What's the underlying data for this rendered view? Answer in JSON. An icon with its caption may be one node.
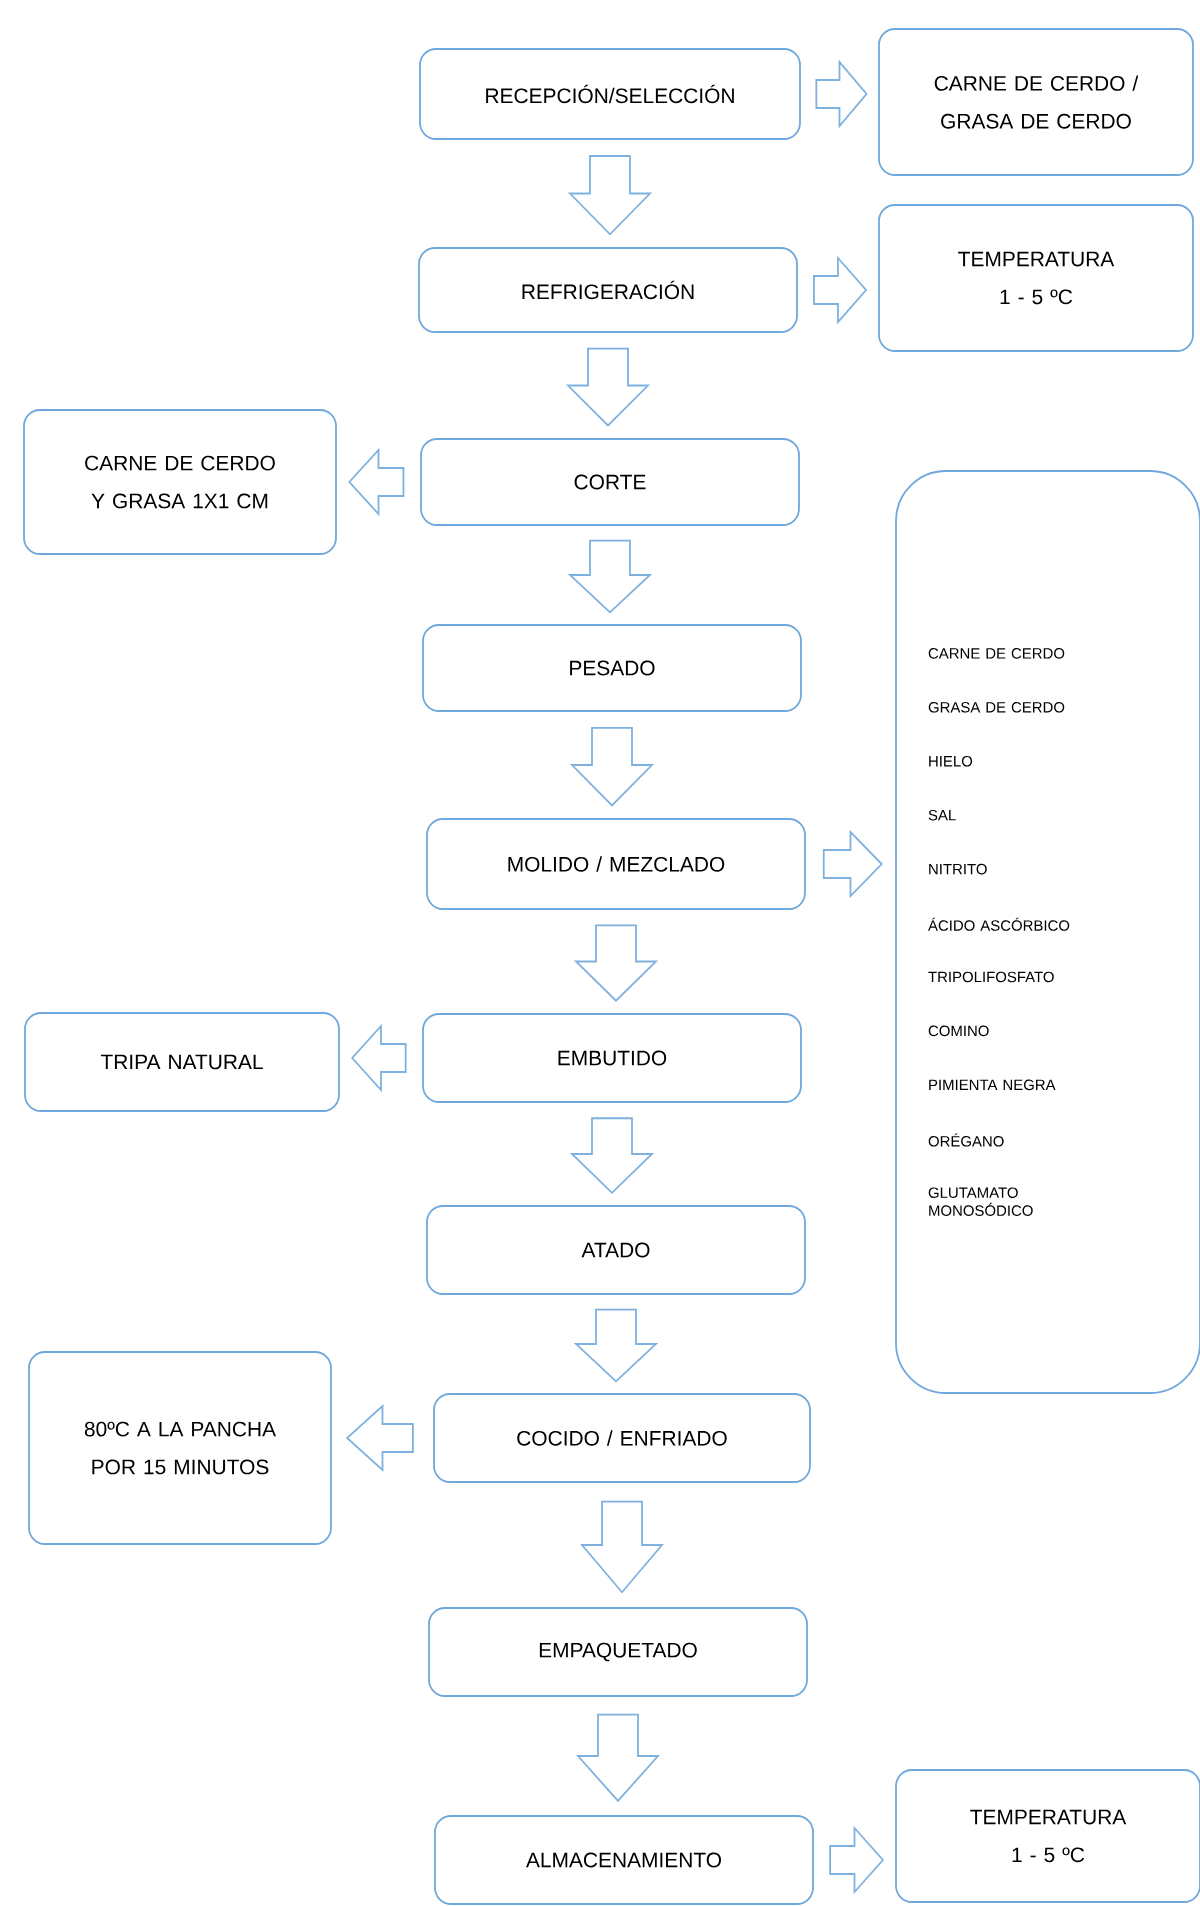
{
  "diagram": {
    "nodes": [
      {
        "text": [
          "RECEPCIÓN/SELECCIÓN"
        ]
      },
      {
        "text": [
          "CARNE DE CERDO / GRASA DE CERDO"
        ]
      },
      {
        "text": [
          "REFRIGERACIÓN"
        ]
      },
      {
        "text": [
          "TEMPERATURA 1 - 5 ºC"
        ]
      },
      {
        "text": [
          "CARNE DE CERDO Y GRASA 1X1 CM"
        ]
      },
      {
        "text": [
          "CORTE"
        ]
      },
      {
        "text": [
          "PESADO"
        ]
      },
      {
        "text": [
          "MOLIDO / MEZCLADO"
        ]
      },
      {
        "text": [
          "CARNE DE CERDO",
          "GRASA DE CERDO",
          "HIELO",
          "SAL",
          "NITRITO",
          "ÁCIDO ASCÓRBICO",
          "TRIPOLIFOSFATO",
          "COMINO",
          "PIMIENTA NEGRA",
          "ORÉGANO",
          "GLUTAMATO MONOSÓDICO"
        ]
      },
      {
        "text": [
          "TRIPA NATURAL"
        ]
      },
      {
        "text": [
          "EMBUTIDO"
        ]
      },
      {
        "text": [
          "ATADO"
        ]
      },
      {
        "text": [
          "80ºC A LA PANCHA POR 15 MINUTOS"
        ]
      },
      {
        "text": [
          "COCIDO / ENFRIADO"
        ]
      },
      {
        "text": [
          "EMPAQUETADO"
        ]
      },
      {
        "text": [
          "ALMACENAMIENTO"
        ]
      },
      {
        "text": [
          "TEMPERATURA 1 - 5 ºC"
        ]
      }
    ],
    "edges": [
      {
        "from": 0,
        "to": 1,
        "arrow": "to"
      },
      {
        "from": 0,
        "to": 2,
        "arrow": "to"
      },
      {
        "from": 2,
        "to": 3,
        "arrow": "to"
      },
      {
        "from": 2,
        "to": 5,
        "arrow": "to"
      },
      {
        "from": 5,
        "to": 4,
        "arrow": "to"
      },
      {
        "from": 5,
        "to": 6,
        "arrow": "to"
      },
      {
        "from": 6,
        "to": 7,
        "arrow": "to"
      },
      {
        "from": 7,
        "to": 8,
        "arrow": "to"
      },
      {
        "from": 7,
        "to": 10,
        "arrow": "to"
      },
      {
        "from": 10,
        "to": 9,
        "arrow": "to"
      },
      {
        "from": 10,
        "to": 11,
        "arrow": "to"
      },
      {
        "from": 11,
        "to": 13,
        "arrow": "to"
      },
      {
        "from": 13,
        "to": 12,
        "arrow": "to"
      },
      {
        "from": 13,
        "to": 14,
        "arrow": "to"
      },
      {
        "from": 14,
        "to": 15,
        "arrow": "to"
      },
      {
        "from": 15,
        "to": 16,
        "arrow": "to"
      }
    ]
  }
}
